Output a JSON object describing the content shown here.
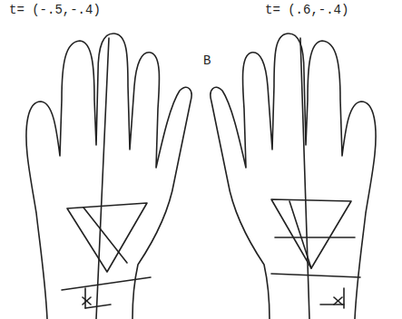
{
  "diagram": {
    "labels": [
      "t= (-.5,-.4)",
      "B",
      "t= (.6,-.4)"
    ]
  }
}
